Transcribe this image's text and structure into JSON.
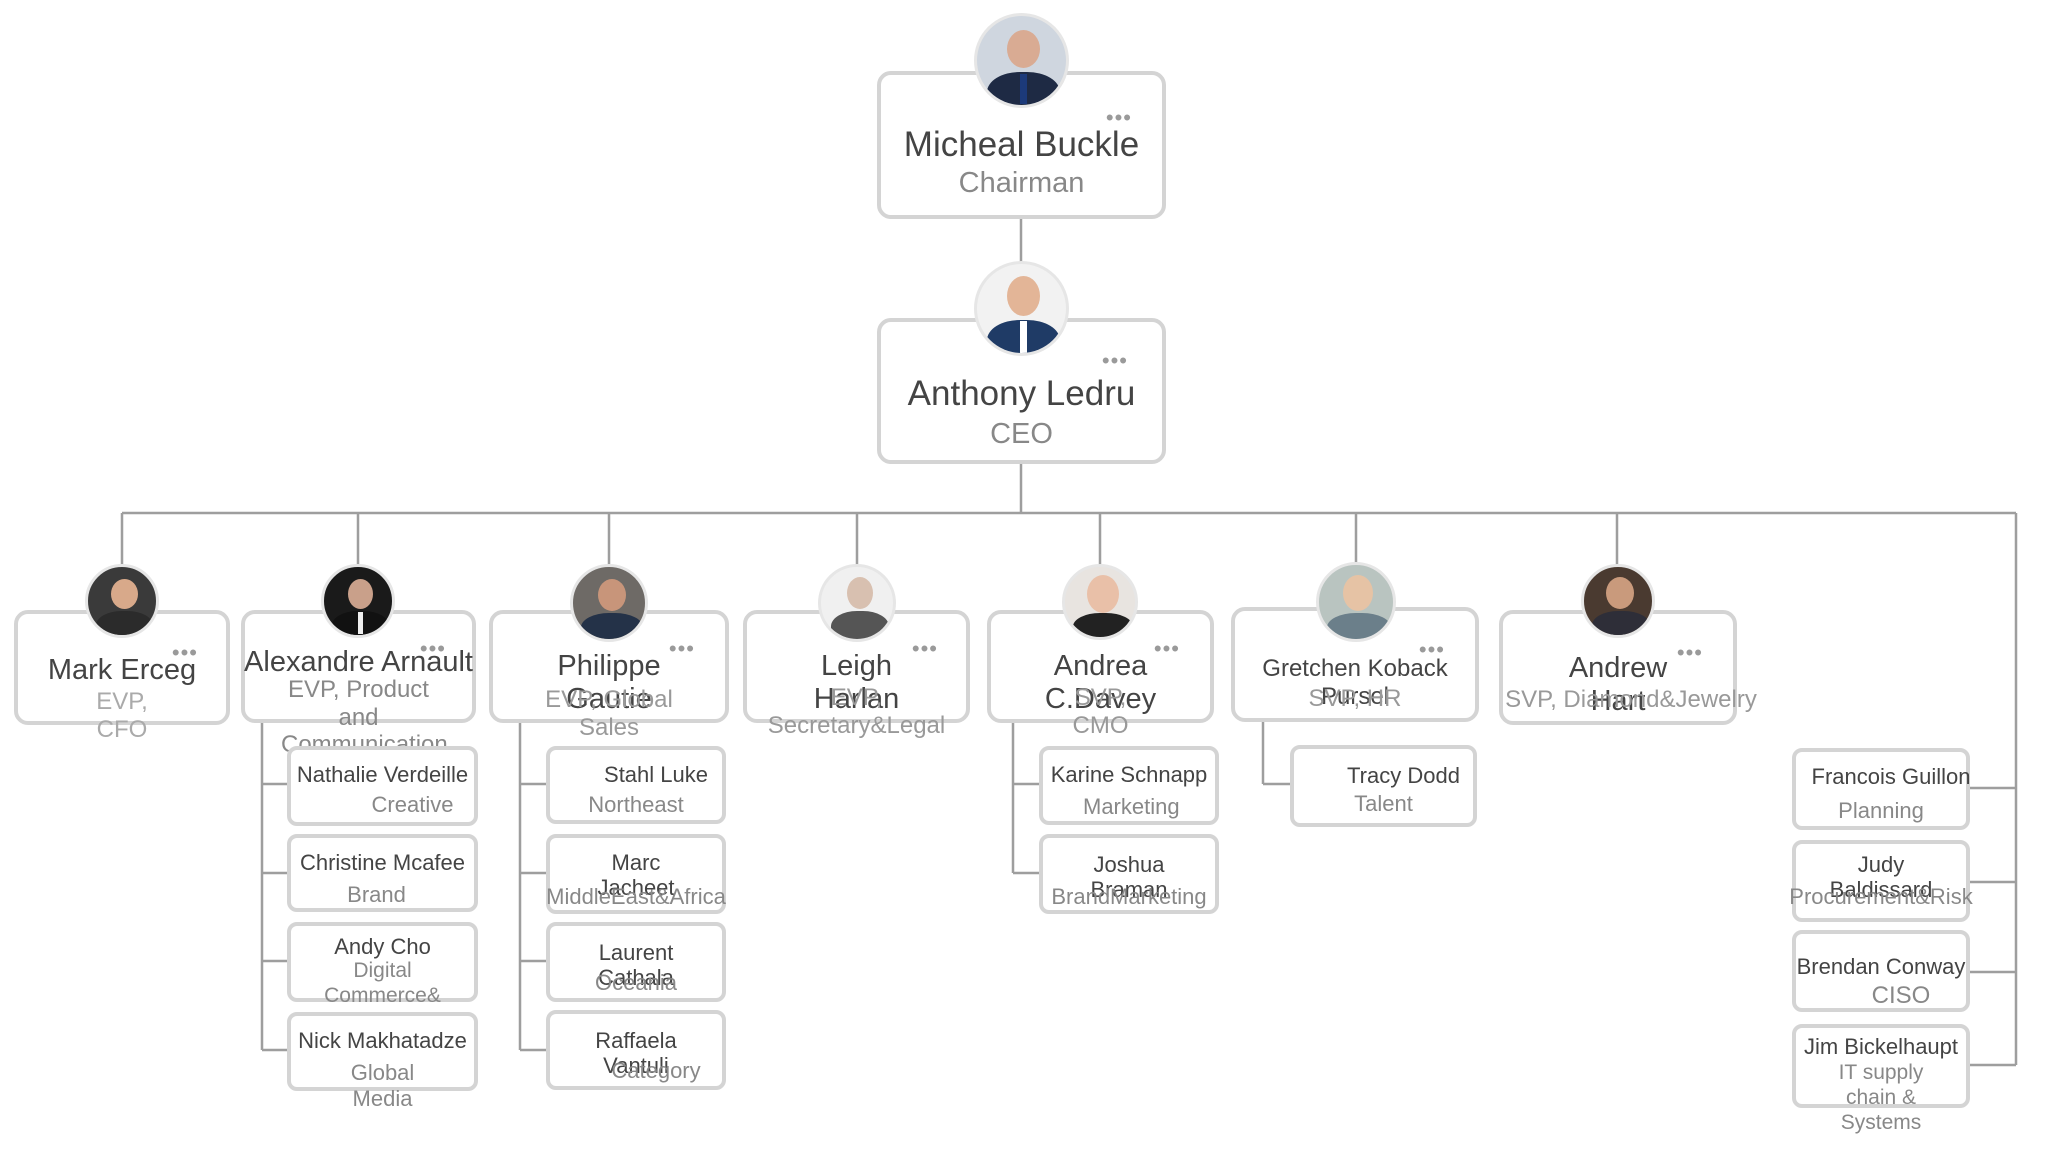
{
  "top": {
    "chairman": {
      "name": "Micheal Buckle",
      "title": "Chairman"
    },
    "ceo": {
      "name": "Anthony Ledru",
      "title": "CEO"
    }
  },
  "reports": [
    {
      "name": "Mark Erceg",
      "title": "EVP, CFO"
    },
    {
      "name": "Alexandre Arnault",
      "title": "EVP, Product and Communication"
    },
    {
      "name": "Philippe Gautie",
      "title": "EVP, Global Sales"
    },
    {
      "name": "Leigh Harlan",
      "title": "EVP, Secretary&Legal"
    },
    {
      "name": "Andrea C.Davey",
      "title": "SVP, CMO"
    },
    {
      "name": "Gretchen Koback Pursel",
      "title": "SVP, HR"
    },
    {
      "name": "Andrew Hart",
      "title": "SVP, Diamond&Jewelry"
    }
  ],
  "alexandre_team": [
    {
      "name": "Nathalie Verdeille",
      "title": "Creative"
    },
    {
      "name": "Christine Mcafee",
      "title": "Brand"
    },
    {
      "name": "Andy Cho",
      "title": "Digital Commerce&"
    },
    {
      "name": "Nick Makhatadze",
      "title": "Global Media"
    }
  ],
  "philippe_team": [
    {
      "name": "Stahl Luke",
      "title": "Northeast"
    },
    {
      "name": "Marc Jacheet",
      "title": "MiddleEast&Africa"
    },
    {
      "name": "Laurent Cathala",
      "title": "Oceania"
    },
    {
      "name": "Raffaela Vantuli",
      "title": "Category"
    }
  ],
  "andrea_team": [
    {
      "name": "Karine Schnapp",
      "title": "Marketing"
    },
    {
      "name": "Joshua Braman",
      "title": "BrandMarketing"
    }
  ],
  "gretchen_team": [
    {
      "name": "Tracy Dodd",
      "title": "Talent"
    }
  ],
  "ceo_direct_extra": [
    {
      "name": "Francois Guillon",
      "title": "Planning"
    },
    {
      "name": "Judy Baldissard",
      "title": "Procurement&Risk"
    },
    {
      "name": "Brendan Conway",
      "title": "CISO"
    },
    {
      "name": "Jim Bickelhaupt",
      "title": "IT supply chain & Systems"
    }
  ],
  "more_icon": "more-dots-icon",
  "colors": {
    "line": "#9e9e9e",
    "border": "#d4d4d4",
    "name": "#444444",
    "title": "#888888"
  }
}
